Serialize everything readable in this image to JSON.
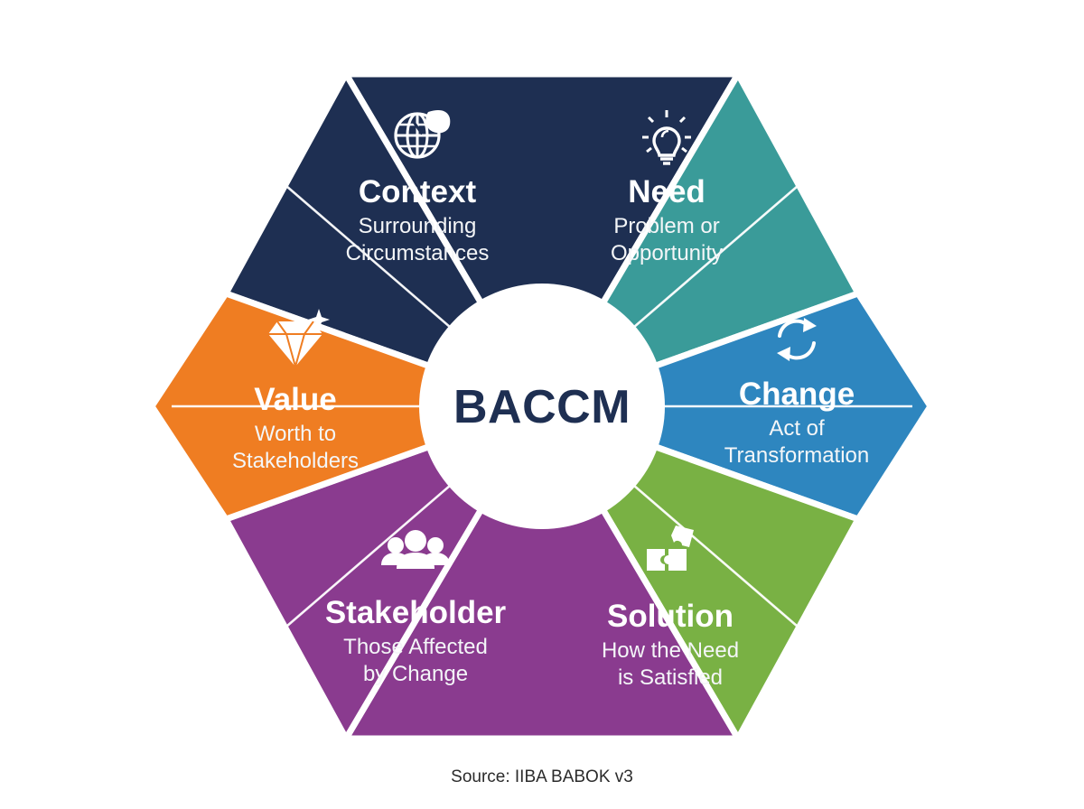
{
  "diagram": {
    "title": "BACCM",
    "center_label": "BACCM",
    "source": "Source: IIBA BABOK v3",
    "background_color": "#ffffff",
    "center_text_color": "#1e2f52",
    "divider_color": "#ffffff",
    "segments": [
      {
        "key": "context",
        "title": "Context",
        "subtitle_line1": "Surrounding",
        "subtitle_line2": "Circumstances",
        "color": "#1e2f52",
        "icon": "globe-leaf-icon",
        "position": "top-left"
      },
      {
        "key": "need",
        "title": "Need",
        "subtitle_line1": "Problem or",
        "subtitle_line2": "Opportunity",
        "color": "#3a9b99",
        "icon": "lightbulb-icon",
        "position": "top-right"
      },
      {
        "key": "change",
        "title": "Change",
        "subtitle_line1": "Act of",
        "subtitle_line2": "Transformation",
        "color": "#2e86bf",
        "icon": "refresh-cycle-icon",
        "position": "right"
      },
      {
        "key": "solution",
        "title": "Solution",
        "subtitle_line1": "How the Need",
        "subtitle_line2": "is Satisfied",
        "color": "#79b144",
        "icon": "puzzle-pieces-icon",
        "position": "bottom-right"
      },
      {
        "key": "stakeholder",
        "title": "Stakeholder",
        "subtitle_line1": "Those Affected",
        "subtitle_line2": "by Change",
        "color": "#8a3b8f",
        "icon": "people-group-icon",
        "position": "bottom-left"
      },
      {
        "key": "value",
        "title": "Value",
        "subtitle_line1": "Worth to",
        "subtitle_line2": "Stakeholders",
        "color": "#ef7d22",
        "icon": "diamond-gem-icon",
        "position": "left"
      }
    ]
  }
}
